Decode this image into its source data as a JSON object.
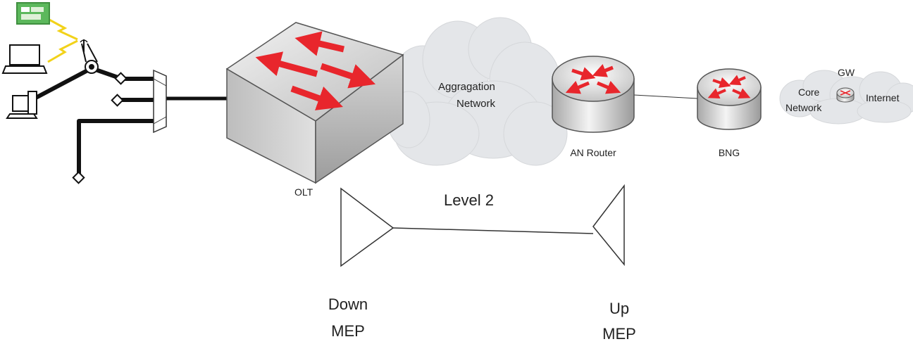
{
  "labels": {
    "aggregation_line1": "Aggragation",
    "aggregation_line2": "Network",
    "core_line1": "Core",
    "core_line2": "Network",
    "gw": "GW",
    "internet": "Internet",
    "an_router": "AN Router",
    "bng": "BNG",
    "olt": "OLT",
    "level": "Level 2",
    "down_mep_line1": "Down",
    "down_mep_line2": "MEP",
    "up_mep_line1": "Up",
    "up_mep_line2": "MEP"
  },
  "colors": {
    "arrow_red": "#e8262c",
    "switch_grey": "#c9c9c9",
    "cloud_grey": "#e4e6e9",
    "line_black": "#111111",
    "wireless_yellow": "#f2d21a",
    "monitor_green": "#5cb85c"
  },
  "icons": [
    "wireless-access-point-icon",
    "laptop-icon",
    "desktop-pc-icon",
    "monitor-icon",
    "splitter-icon",
    "olt-switch-icon",
    "router-icon",
    "cloud-icon"
  ]
}
